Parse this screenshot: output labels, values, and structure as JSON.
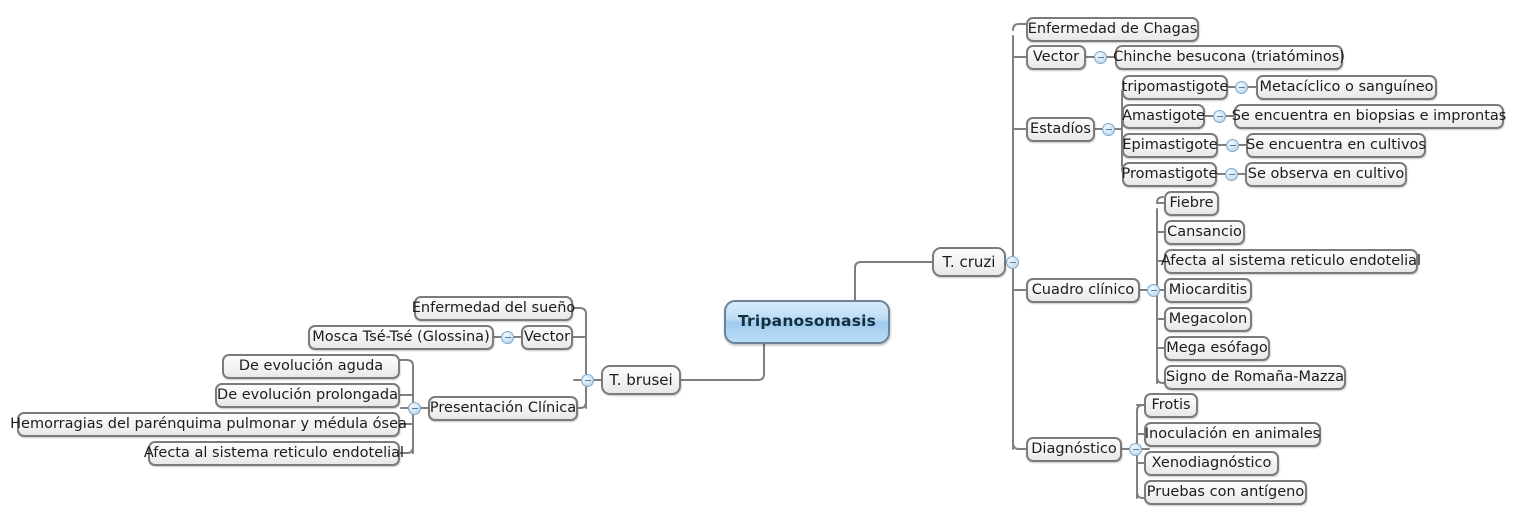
{
  "diagram": {
    "type": "mindmap",
    "root": {
      "label": "Tripanosomasis",
      "accent_color": "#9fcbef",
      "border_color": "#6d8296"
    },
    "node_style": {
      "border_color": "#7b7b7b",
      "fill_color": "#f2f2f2",
      "text_color": "#1c1c1c",
      "line_color": "#808080"
    },
    "toggle_icon": "collapse-minus-icon",
    "branches": [
      {
        "id": "t-brusei",
        "label": "T. brusei",
        "side": "left",
        "children": [
          {
            "id": "enfermedad-sueno",
            "label": "Enfermedad del sueño",
            "children": []
          },
          {
            "id": "vector-brusei",
            "label": "Vector",
            "children": [
              {
                "id": "mosca",
                "label": "Mosca Tsé-Tsé (Glossina)"
              }
            ]
          },
          {
            "id": "presentacion-clinica",
            "label": "Presentación Clínica",
            "children": [
              {
                "id": "evolucion-aguda",
                "label": "De evolución aguda"
              },
              {
                "id": "evolucion-prolongada",
                "label": "De evolución prolongada"
              },
              {
                "id": "hemorragias",
                "label": "Hemorragias del parénquima pulmonar y médula ósea"
              },
              {
                "id": "afecta-retic-brusei",
                "label": "Afecta al sistema reticulo endotelial"
              }
            ]
          }
        ]
      },
      {
        "id": "t-cruzi",
        "label": "T. cruzi",
        "side": "right",
        "children": [
          {
            "id": "chagas",
            "label": "Enfermedad de Chagas",
            "children": []
          },
          {
            "id": "vector-cruzi",
            "label": "Vector",
            "children": [
              {
                "id": "chinche",
                "label": "Chinche besucona (triatóminos)"
              }
            ]
          },
          {
            "id": "estadios",
            "label": "Estadíos",
            "children": [
              {
                "id": "tripomastigote",
                "label": "tripomastigote",
                "children": [
                  {
                    "id": "metaciclico",
                    "label": "Metacíclico o sanguíneo"
                  }
                ]
              },
              {
                "id": "amastigote",
                "label": "Amastigote",
                "children": [
                  {
                    "id": "biopsias",
                    "label": "Se encuentra en biopsias e improntas"
                  }
                ]
              },
              {
                "id": "epimastigote",
                "label": "Epimastigote",
                "children": [
                  {
                    "id": "cultivos",
                    "label": "Se encuentra en cultivos"
                  }
                ]
              },
              {
                "id": "promastigote",
                "label": "Promastigote",
                "children": [
                  {
                    "id": "observa-cultivo",
                    "label": "Se observa en cultivo"
                  }
                ]
              }
            ]
          },
          {
            "id": "cuadro-clinico",
            "label": "Cuadro clínico",
            "children": [
              {
                "id": "fiebre",
                "label": "Fiebre"
              },
              {
                "id": "cansancio",
                "label": "Cansancio"
              },
              {
                "id": "afecta-retic-cruzi",
                "label": "Afecta al sistema reticulo endotelial"
              },
              {
                "id": "miocarditis",
                "label": "Miocarditis"
              },
              {
                "id": "megacolon",
                "label": "Megacolon"
              },
              {
                "id": "mega-esofago",
                "label": "Mega esófago"
              },
              {
                "id": "romana-mazza",
                "label": "Signo de Romaña-Mazza"
              }
            ]
          },
          {
            "id": "diagnostico",
            "label": "Diagnóstico",
            "children": [
              {
                "id": "frotis",
                "label": "Frotis"
              },
              {
                "id": "inoculacion",
                "label": "Inoculación en animales"
              },
              {
                "id": "xenodiagnostico",
                "label": "Xenodiagnóstico"
              },
              {
                "id": "pruebas-antigeno",
                "label": "Pruebas con antígeno"
              }
            ]
          }
        ]
      }
    ]
  }
}
